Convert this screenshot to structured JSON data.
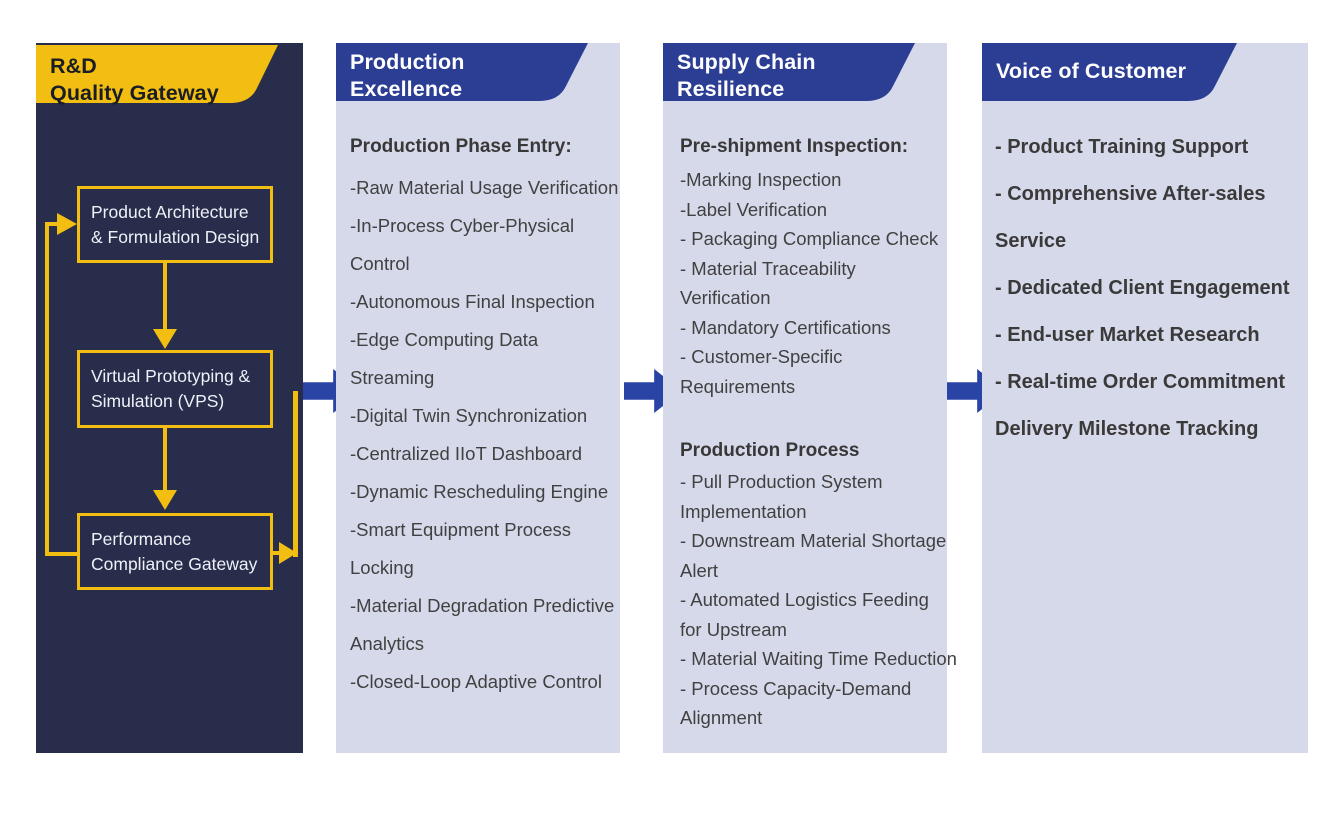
{
  "palette": {
    "column1_background": "#272D4A",
    "accent_yellow": "#F2BE12",
    "banner_blue": "#2B3E94",
    "flow_arrow_blue": "#2A44A6",
    "panel_lavender": "#D6D9EA",
    "body_text": "#414141",
    "box_text": "#EEF1F8"
  },
  "columns": [
    {
      "title_lines": [
        "R&D",
        "Quality Gateway"
      ],
      "flow_boxes": [
        [
          "Product Architecture",
          "& Formulation Design"
        ],
        [
          "Virtual Prototyping &",
          "Simulation (VPS)"
        ],
        [
          "Performance",
          "Compliance Gateway"
        ]
      ]
    },
    {
      "title_lines": [
        "Production",
        "Excellence"
      ],
      "heading": "Production Phase Entry:",
      "items": [
        "-Raw Material Usage Verification",
        "-In-Process Cyber-Physical",
        "Control",
        "-Autonomous Final Inspection",
        "-Edge Computing Data",
        "Streaming",
        "-Digital Twin Synchronization",
        "-Centralized IIoT Dashboard",
        "-Dynamic Rescheduling Engine",
        "-Smart Equipment Process",
        "Locking",
        "-Material Degradation Predictive",
        "Analytics",
        "-Closed-Loop Adaptive Control"
      ]
    },
    {
      "title_lines": [
        "Supply Chain",
        "Resilience"
      ],
      "heading": "Pre-shipment Inspection:",
      "items": [
        "-Marking Inspection",
        "-Label Verification",
        "- Packaging Compliance Check",
        "- Material Traceability",
        "Verification",
        "- Mandatory Certifications",
        "-  Customer-Specific",
        "Requirements"
      ],
      "heading2": "Production Process",
      "items2": [
        "- Pull Production System",
        "Implementation",
        "- Downstream Material Shortage",
        "Alert",
        "- Automated Logistics Feeding",
        "for Upstream",
        "- Material Waiting Time Reduction",
        "- Process Capacity-Demand",
        "Alignment"
      ]
    },
    {
      "title_lines": [
        "Voice of Customer"
      ],
      "items": [
        "- Product Training Support",
        "- Comprehensive After-sales Service",
        "- Dedicated Client Engagement",
        "- End-user Market Research",
        "- Real-time Order Commitment",
        "Delivery Milestone Tracking"
      ]
    }
  ]
}
